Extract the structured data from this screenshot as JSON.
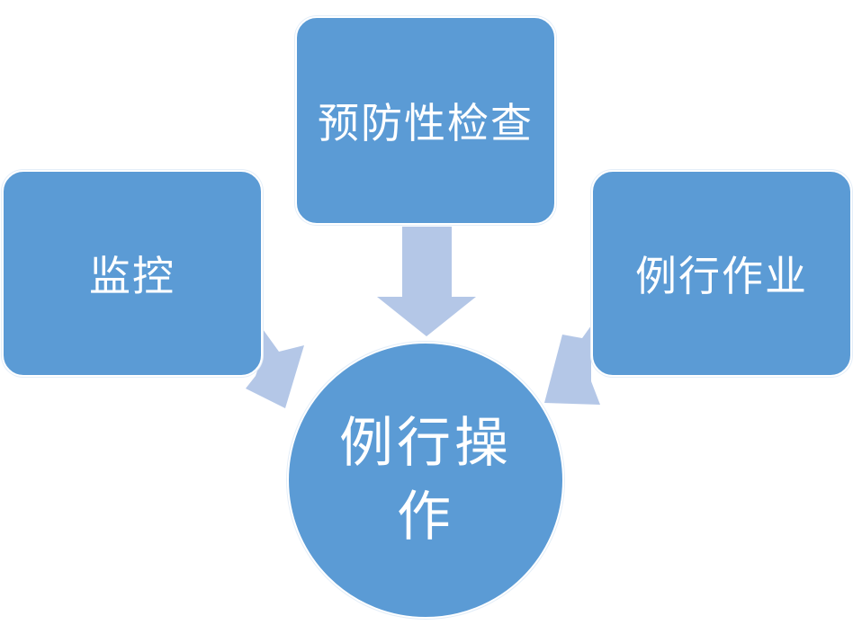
{
  "diagram": {
    "nodes": {
      "left": "监控",
      "top": "预防性检查",
      "right": "例行作业",
      "center": "例行操作"
    },
    "colors": {
      "node_fill": "#5b9bd5",
      "arrow_fill": "#b4c7e7",
      "text": "#ffffff"
    }
  }
}
